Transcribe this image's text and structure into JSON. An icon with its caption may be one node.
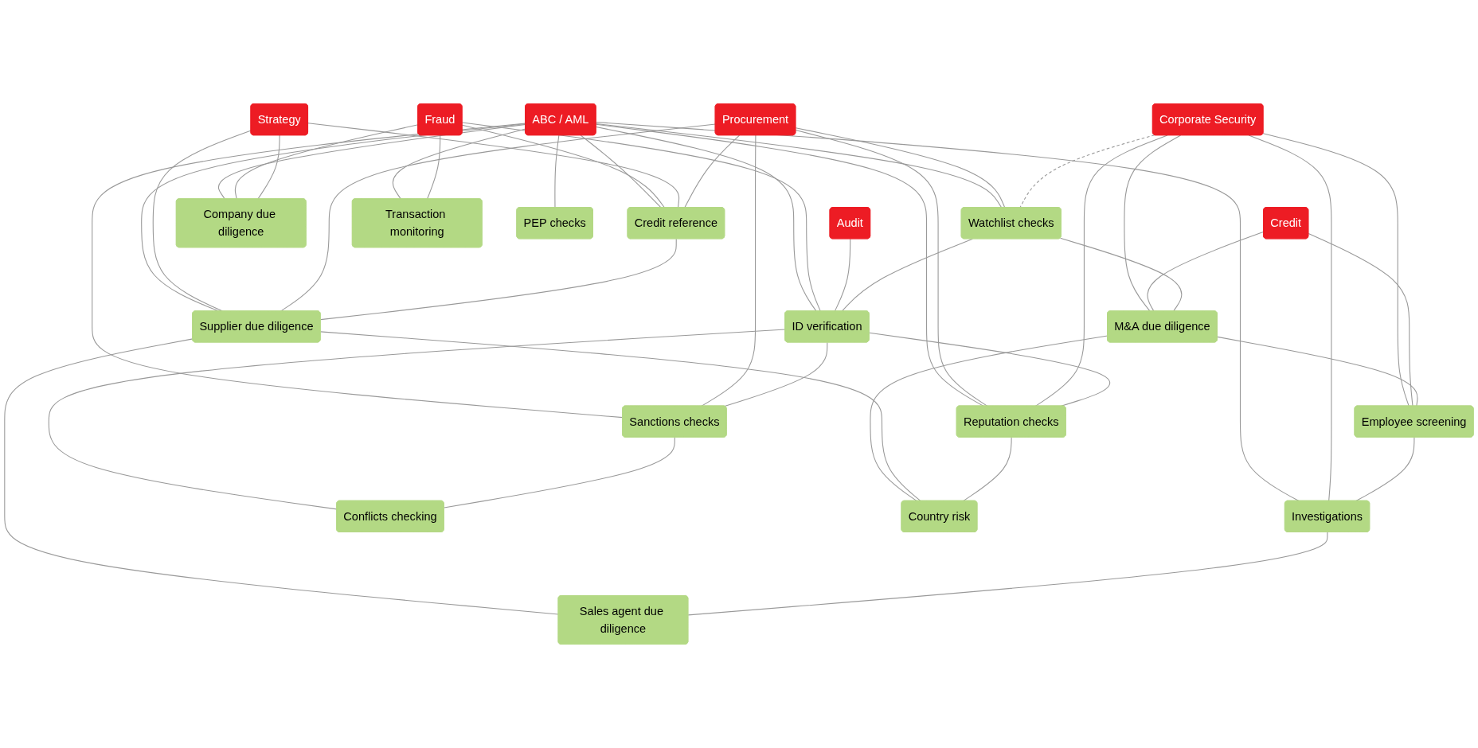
{
  "diagram": {
    "nodes": [
      {
        "text": [
          "ABC / AML"
        ]
      },
      {
        "text": [
          "Fraud"
        ]
      },
      {
        "text": [
          "Audit"
        ]
      },
      {
        "text": [
          "Strategy"
        ]
      },
      {
        "text": [
          "Procurement"
        ]
      },
      {
        "text": [
          "Corporate Security"
        ]
      },
      {
        "text": [
          "Credit"
        ]
      },
      {
        "text": [
          "Watchlist checks"
        ]
      },
      {
        "text": [
          "Company due diligence"
        ]
      },
      {
        "text": [
          "ID verification"
        ]
      },
      {
        "text": [
          "M&A due diligence"
        ]
      },
      {
        "text": [
          "Employee screening"
        ]
      },
      {
        "text": [
          "Credit reference"
        ]
      },
      {
        "text": [
          "Sanctions checks"
        ]
      },
      {
        "text": [
          "Supplier due diligence"
        ]
      },
      {
        "text": [
          "Investigations"
        ]
      },
      {
        "text": [
          "Reputation checks"
        ]
      },
      {
        "text": [
          "Transaction monitoring"
        ]
      },
      {
        "text": [
          "Conflicts checking"
        ]
      },
      {
        "text": [
          "PEP checks"
        ]
      },
      {
        "text": [
          "Country risk"
        ]
      },
      {
        "text": [
          "Sales agent due diligence"
        ]
      }
    ],
    "edges": [
      {
        "from": 0,
        "to": 8,
        "arrow": "none"
      },
      {
        "from": 0,
        "to": 17,
        "arrow": "none"
      },
      {
        "from": 0,
        "to": 13,
        "arrow": "none"
      },
      {
        "from": 0,
        "to": 19,
        "arrow": "none"
      },
      {
        "from": 0,
        "to": 7,
        "arrow": "none"
      },
      {
        "from": 0,
        "to": 9,
        "arrow": "none"
      },
      {
        "from": 0,
        "to": 12,
        "arrow": "none"
      },
      {
        "from": 0,
        "to": 16,
        "arrow": "none"
      },
      {
        "from": 0,
        "to": 15,
        "arrow": "none"
      },
      {
        "from": 0,
        "to": 14,
        "arrow": "none"
      },
      {
        "from": 1,
        "to": 8,
        "arrow": "none"
      },
      {
        "from": 1,
        "to": 17,
        "arrow": "none"
      },
      {
        "from": 1,
        "to": 9,
        "arrow": "none"
      },
      {
        "from": 1,
        "to": 12,
        "arrow": "none"
      },
      {
        "from": 2,
        "to": 9,
        "arrow": "none"
      },
      {
        "from": 3,
        "to": 8,
        "arrow": "none"
      },
      {
        "from": 3,
        "to": 12,
        "arrow": "none"
      },
      {
        "from": 3,
        "to": 14,
        "arrow": "none"
      },
      {
        "from": 4,
        "to": 7,
        "arrow": "none"
      },
      {
        "from": 4,
        "to": 12,
        "arrow": "none"
      },
      {
        "from": 4,
        "to": 16,
        "arrow": "none"
      },
      {
        "from": 4,
        "to": 14,
        "arrow": "none"
      },
      {
        "from": 4,
        "to": 13,
        "arrow": "none"
      },
      {
        "from": 5,
        "to": 7,
        "arrow": "none",
        "style": "dashed"
      },
      {
        "from": 5,
        "to": 10,
        "arrow": "none"
      },
      {
        "from": 5,
        "to": 16,
        "arrow": "none"
      },
      {
        "from": 5,
        "to": 15,
        "arrow": "none"
      },
      {
        "from": 5,
        "to": 11,
        "arrow": "none"
      },
      {
        "from": 6,
        "to": 10,
        "arrow": "none"
      },
      {
        "from": 6,
        "to": 11,
        "arrow": "none"
      },
      {
        "from": 7,
        "to": 9,
        "arrow": "none"
      },
      {
        "from": 7,
        "to": 10,
        "arrow": "none"
      },
      {
        "from": 9,
        "to": 13,
        "arrow": "none"
      },
      {
        "from": 9,
        "to": 18,
        "arrow": "none"
      },
      {
        "from": 9,
        "to": 16,
        "arrow": "none"
      },
      {
        "from": 10,
        "to": 11,
        "arrow": "none"
      },
      {
        "from": 10,
        "to": 20,
        "arrow": "none"
      },
      {
        "from": 11,
        "to": 15,
        "arrow": "none"
      },
      {
        "from": 12,
        "to": 14,
        "arrow": "none"
      },
      {
        "from": 13,
        "to": 18,
        "arrow": "none"
      },
      {
        "from": 14,
        "to": 20,
        "arrow": "none"
      },
      {
        "from": 14,
        "to": 21,
        "arrow": "none"
      },
      {
        "from": 15,
        "to": 21,
        "arrow": "none"
      },
      {
        "from": 16,
        "to": 20,
        "arrow": "none"
      }
    ]
  }
}
